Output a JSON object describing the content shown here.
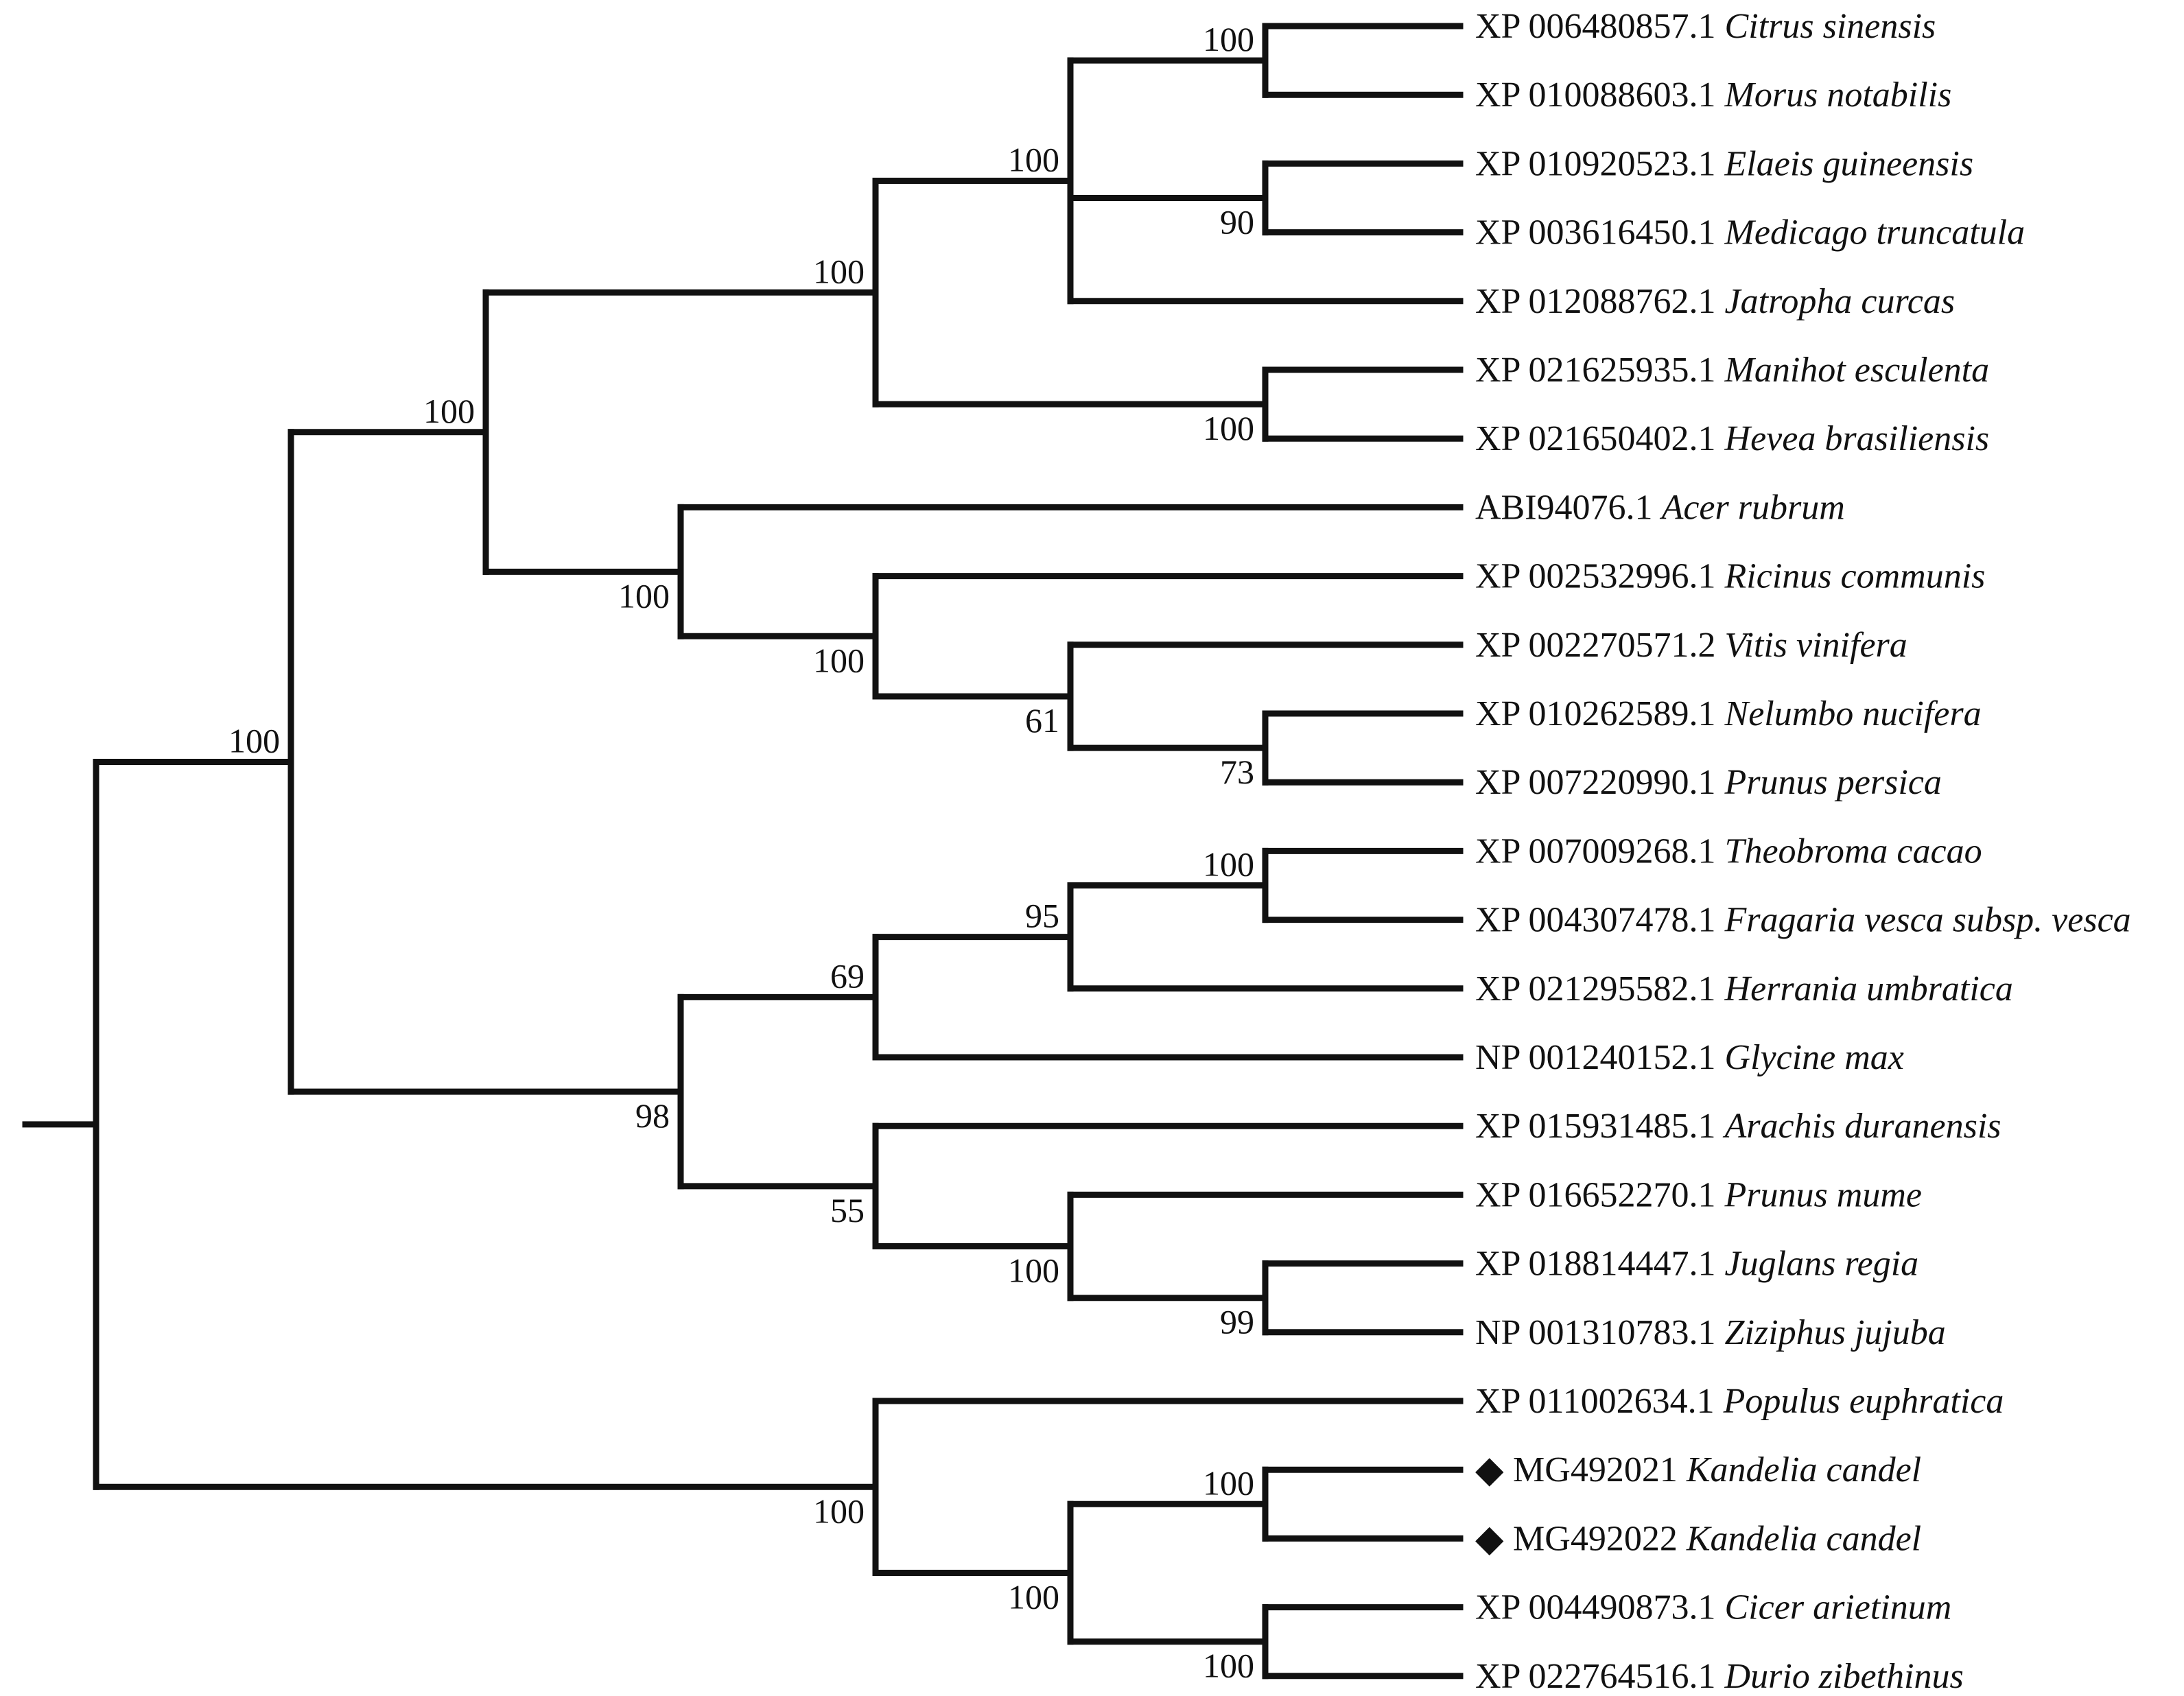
{
  "figure": {
    "title": "phylogenetic-tree",
    "background_color": "#ffffff",
    "line_color": "#111111",
    "marker_glyph": "◆"
  },
  "taxa": [
    {
      "accession": "XP 006480857.1",
      "species": "Citrus sinensis",
      "marker": false
    },
    {
      "accession": "XP 010088603.1",
      "species": "Morus notabilis",
      "marker": false
    },
    {
      "accession": "XP 010920523.1",
      "species": "Elaeis guineensis",
      "marker": false
    },
    {
      "accession": "XP 003616450.1",
      "species": "Medicago truncatula",
      "marker": false
    },
    {
      "accession": "XP 012088762.1",
      "species": "Jatropha curcas",
      "marker": false
    },
    {
      "accession": "XP 021625935.1",
      "species": "Manihot esculenta",
      "marker": false
    },
    {
      "accession": "XP 021650402.1",
      "species": "Hevea brasiliensis",
      "marker": false
    },
    {
      "accession": "ABI94076.1",
      "species": "Acer rubrum",
      "marker": false
    },
    {
      "accession": "XP 002532996.1",
      "species": "Ricinus communis",
      "marker": false
    },
    {
      "accession": "XP 002270571.2",
      "species": "Vitis vinifera",
      "marker": false
    },
    {
      "accession": "XP 010262589.1",
      "species": "Nelumbo nucifera",
      "marker": false
    },
    {
      "accession": "XP 007220990.1",
      "species": "Prunus persica",
      "marker": false
    },
    {
      "accession": "XP 007009268.1",
      "species": "Theobroma cacao",
      "marker": false
    },
    {
      "accession": "XP 004307478.1",
      "species": "Fragaria vesca subsp. vesca",
      "marker": false
    },
    {
      "accession": "XP 021295582.1",
      "species": "Herrania umbratica",
      "marker": false
    },
    {
      "accession": "NP 001240152.1",
      "species": "Glycine max",
      "marker": false
    },
    {
      "accession": "XP 015931485.1",
      "species": "Arachis duranensis",
      "marker": false
    },
    {
      "accession": "XP 016652270.1",
      "species": "Prunus mume",
      "marker": false
    },
    {
      "accession": "XP 018814447.1",
      "species": "Juglans regia",
      "marker": false
    },
    {
      "accession": "NP 001310783.1",
      "species": "Ziziphus jujuba",
      "marker": false
    },
    {
      "accession": "XP 011002634.1",
      "species": "Populus euphratica",
      "marker": false
    },
    {
      "accession": "MG492021",
      "species": "Kandelia candel",
      "marker": true
    },
    {
      "accession": "MG492022",
      "species": "Kandelia candel",
      "marker": true
    },
    {
      "accession": "XP 004490873.1",
      "species": "Cicer arietinum",
      "marker": false
    },
    {
      "accession": "XP 022764516.1",
      "species": "Durio zibethinus",
      "marker": false
    }
  ],
  "tree": {
    "bootstrap": null,
    "label_side": null,
    "children": [
      {
        "bootstrap": "100",
        "label_side": "above",
        "children": [
          {
            "bootstrap": "100",
            "label_side": "above",
            "children": [
              {
                "bootstrap": "100",
                "label_side": "above",
                "children": [
                  {
                    "bootstrap": "100",
                    "label_side": "above",
                    "children": [
                      {
                        "bootstrap": "100",
                        "label_side": "above",
                        "children": [
                          {
                            "taxon": 0
                          },
                          {
                            "taxon": 1
                          }
                        ]
                      },
                      {
                        "bootstrap": "90",
                        "label_side": "below",
                        "children": [
                          {
                            "taxon": 2
                          },
                          {
                            "taxon": 3
                          }
                        ]
                      },
                      {
                        "taxon": 4
                      }
                    ]
                  },
                  {
                    "bootstrap": "100",
                    "label_side": "below",
                    "children": [
                      {
                        "taxon": 5
                      },
                      {
                        "taxon": 6
                      }
                    ]
                  }
                ]
              },
              {
                "bootstrap": "100",
                "label_side": "below",
                "children": [
                  {
                    "taxon": 7
                  },
                  {
                    "bootstrap": "100",
                    "label_side": "below",
                    "children": [
                      {
                        "taxon": 8
                      },
                      {
                        "bootstrap": "61",
                        "label_side": "below",
                        "children": [
                          {
                            "taxon": 9
                          },
                          {
                            "bootstrap": "73",
                            "label_side": "below",
                            "children": [
                              {
                                "taxon": 10
                              },
                              {
                                "taxon": 11
                              }
                            ]
                          }
                        ]
                      }
                    ]
                  }
                ]
              }
            ]
          },
          {
            "bootstrap": "98",
            "label_side": "below",
            "children": [
              {
                "bootstrap": "69",
                "label_side": "above",
                "children": [
                  {
                    "bootstrap": "95",
                    "label_side": "above",
                    "children": [
                      {
                        "bootstrap": "100",
                        "label_side": "above",
                        "children": [
                          {
                            "taxon": 12
                          },
                          {
                            "taxon": 13
                          }
                        ]
                      },
                      {
                        "taxon": 14
                      }
                    ]
                  },
                  {
                    "taxon": 15
                  }
                ]
              },
              {
                "bootstrap": "55",
                "label_side": "below",
                "children": [
                  {
                    "taxon": 16
                  },
                  {
                    "bootstrap": "100",
                    "label_side": "below",
                    "children": [
                      {
                        "taxon": 17
                      },
                      {
                        "bootstrap": "99",
                        "label_side": "below",
                        "children": [
                          {
                            "taxon": 18
                          },
                          {
                            "taxon": 19
                          }
                        ]
                      }
                    ]
                  }
                ]
              }
            ]
          }
        ]
      },
      {
        "bootstrap": "100",
        "label_side": "below",
        "children": [
          {
            "taxon": 20
          },
          {
            "bootstrap": "100",
            "label_side": "below",
            "children": [
              {
                "bootstrap": "100",
                "label_side": "above",
                "children": [
                  {
                    "taxon": 21
                  },
                  {
                    "taxon": 22
                  }
                ]
              },
              {
                "bootstrap": "100",
                "label_side": "below",
                "children": [
                  {
                    "taxon": 23
                  },
                  {
                    "taxon": 24
                  }
                ]
              }
            ]
          }
        ]
      }
    ]
  }
}
